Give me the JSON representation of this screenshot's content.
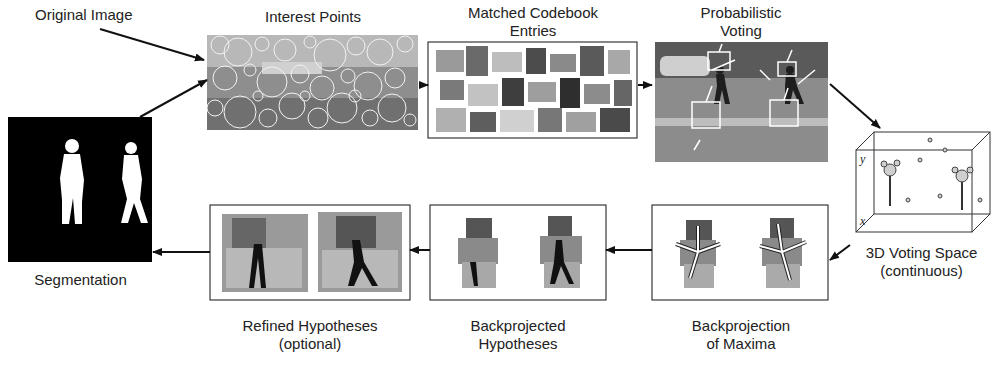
{
  "diagram": {
    "nodes": [
      {
        "text": [
          "Interest Points"
        ]
      },
      {
        "text": [
          "Matched Codebook Entries"
        ]
      },
      {
        "text": [
          "Probabilistic Voting"
        ]
      },
      {
        "text": [
          "3D Voting Space (continuous)"
        ]
      },
      {
        "text": [
          "Backprojection of Maxima"
        ]
      },
      {
        "text": [
          "Backprojected Hypotheses"
        ]
      },
      {
        "text": [
          "Refined Hypotheses (optional)"
        ]
      },
      {
        "text": [
          "Segmentation"
        ]
      }
    ],
    "edges": [
      {
        "from": 0,
        "to": 1,
        "arrow": "to"
      },
      {
        "from": 1,
        "to": 2,
        "arrow": "to"
      },
      {
        "from": 2,
        "to": 3,
        "arrow": "to"
      },
      {
        "from": 3,
        "to": 4,
        "arrow": "to"
      },
      {
        "from": 4,
        "to": 5,
        "arrow": "to"
      },
      {
        "from": 5,
        "to": 6,
        "arrow": "to"
      },
      {
        "from": 6,
        "to": 7,
        "arrow": "to"
      },
      {
        "from": 7,
        "to": 0,
        "arrow": "to"
      }
    ],
    "labels": [
      "Original Image",
      "y",
      "x"
    ]
  }
}
